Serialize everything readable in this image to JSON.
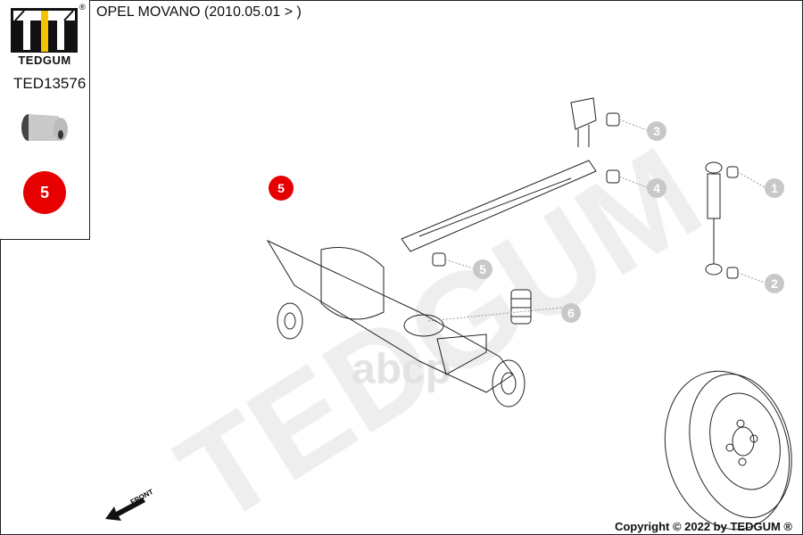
{
  "brand": {
    "name": "TEDGUM",
    "registered": "®"
  },
  "part_number": "TED13576",
  "highlight_position": "5",
  "title": "OPEL MOVANO (2010.05.01 > )",
  "watermark": "TEDGUM",
  "watermark2": "abcp",
  "front_label": "FRONT",
  "callouts": [
    "1",
    "2",
    "3",
    "4",
    "5",
    "6"
  ],
  "copyright": "Copyright © 2022 by TEDGUM ®",
  "colors": {
    "highlight": "#e60000",
    "callout": "#c8c8c8",
    "logo_accent": "#f5c400"
  }
}
